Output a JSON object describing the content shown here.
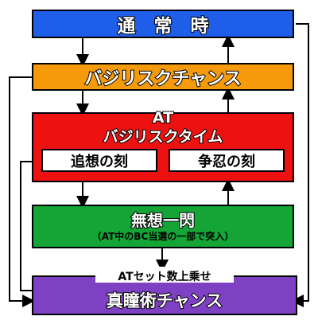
{
  "colors": {
    "normal": "#1f5ee8",
    "chance": "#f59a0a",
    "at": "#ee1111",
    "muso": "#14a536",
    "shindo": "#7f41c4"
  },
  "boxes": {
    "normal": "通　常　時",
    "chance": "バジリスクチャンス",
    "at_head": "AT",
    "at_title": "バジリスクタイム",
    "at_sub1": "追想の刻",
    "at_sub2": "争忍の刻",
    "muso_title": "無想一閃",
    "muso_note": "（AT中のBC当選の一部で突入）",
    "shindo_caption": "ATセット数上乗せ",
    "shindo": "真瞳術チャンス"
  }
}
